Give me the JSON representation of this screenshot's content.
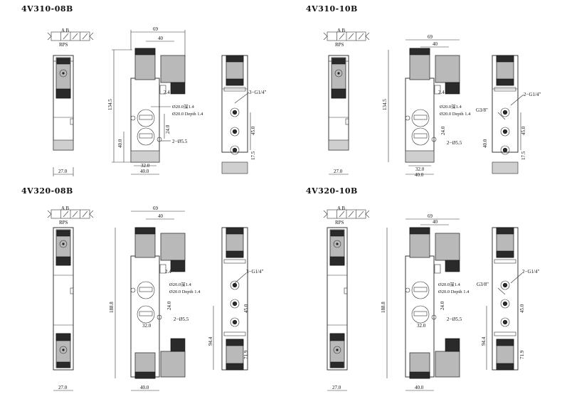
{
  "sheet": {
    "titles": [
      "4V310-08B",
      "4V310-10B",
      "4V320-08B",
      "4V320-10B"
    ]
  },
  "symbol": {
    "top_label": "A B",
    "bottom_label": "RPS"
  },
  "dims": {
    "width_69": "69",
    "width_40_top": "40",
    "height_310": "134.5",
    "height_320": "188.8",
    "width_32": "32.0",
    "width_40": "40.0",
    "width_27": "27.0",
    "port_24": "24.0",
    "height_40": "40.0",
    "h_45": "45.0",
    "h_17_5": "17.5",
    "h_94_4": "94.4",
    "h_71_9": "71.9",
    "dim_2_4": "2.4",
    "dim_32_320": "32.0",
    "hole_spec_1": "Ø20.0深1.4",
    "hole_spec_2": "Ø20.0  Depth 1.4",
    "mount_holes": "2−Ø5.5",
    "port_08": "3−G1/4\"",
    "port_10_a": "2−G1/4\"",
    "port_10_b": "G3/8\""
  }
}
